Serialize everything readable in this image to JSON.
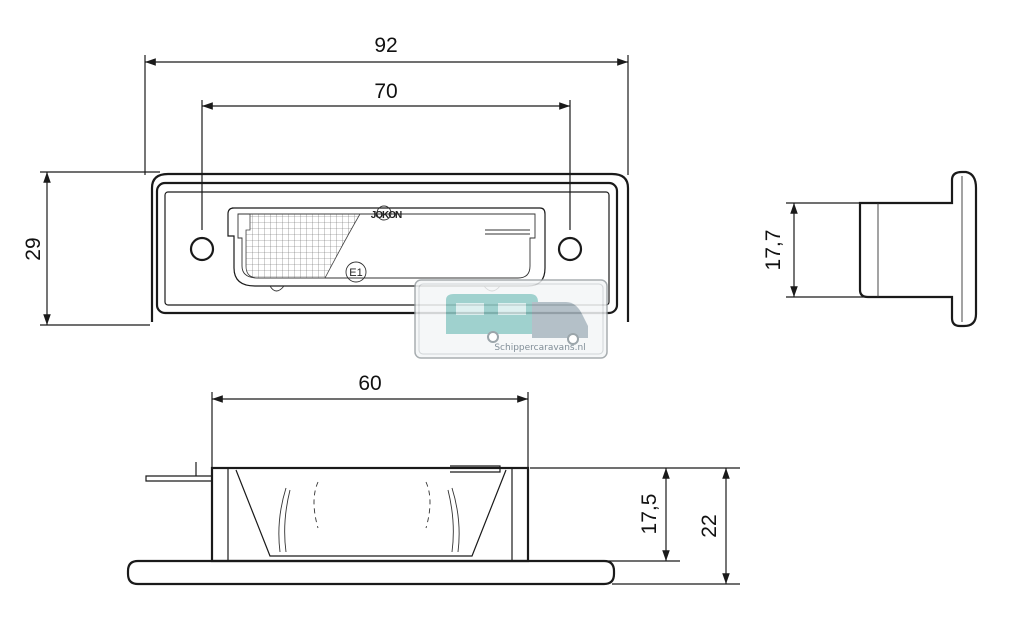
{
  "dimensions": {
    "top_overall_width": "92",
    "top_hole_spacing": "70",
    "top_height": "29",
    "side_depth": "17,7",
    "bottom_width": "60",
    "bottom_inner_height": "17,5",
    "bottom_overall_height": "22"
  },
  "markings": {
    "approval_mark": "E1",
    "brand_mark": "JOKON"
  },
  "watermark": {
    "text": "Schippercaravans.nl",
    "colors": {
      "caravan": "#8fc9c6",
      "van": "#a7b6bf",
      "frame": "#9aa0a4"
    }
  }
}
